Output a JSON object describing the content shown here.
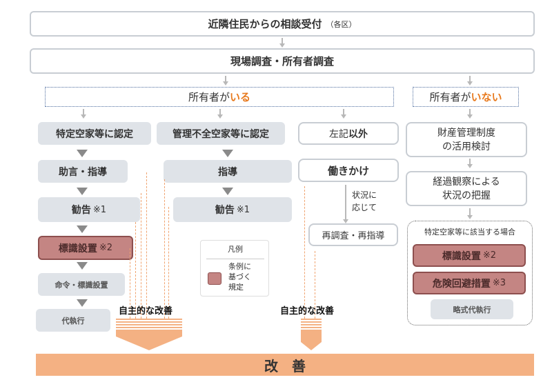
{
  "intake": {
    "title": "近隣住民からの相談受付",
    "note": "（各区）"
  },
  "survey": {
    "title": "現場調査・所有者調査"
  },
  "owner_present": {
    "prefix": "所有者が",
    "highlight": "いる"
  },
  "owner_absent": {
    "prefix": "所有者が",
    "highlight": "いない"
  },
  "col1": {
    "header": "特定空家等に認定",
    "step1": "助言・指導",
    "step2": "勧告",
    "step2_note": "※1",
    "step3": "標識設置",
    "step3_note": "※2",
    "step4": "命令・標識設置",
    "step5": "代執行"
  },
  "col2": {
    "header": "管理不全空家等に認定",
    "step1": "指導",
    "step2": "勧告",
    "step2_note": "※1"
  },
  "col3": {
    "header_pre": "左記",
    "header_em": "以外",
    "step1": "働きかけ",
    "side_note_1": "状況に",
    "side_note_2": "応じて",
    "step2": "再調査・再指導"
  },
  "col4": {
    "step1_line1": "財産管理制度",
    "step1_line2": "の活用検討",
    "step2_line1": "経過観察による",
    "step2_line2": "状況の把握",
    "group_title": "特定空家等に該当する場合",
    "g1": "標識設置",
    "g1_note": "※2",
    "g2": "危険回避措置",
    "g2_note": "※3",
    "g3": "略式代執行"
  },
  "legend": {
    "title": "凡例",
    "line1": "条例に",
    "line2": "基づく",
    "line3": "規定"
  },
  "voluntary_1": "自主的な改善",
  "voluntary_2": "自主的な改善",
  "result": "改　善",
  "colors": {
    "arrow_orange": "#f4b183",
    "accent": "#e87a1e",
    "red_box": "#c48583",
    "gray_box": "#dfe3e8"
  }
}
